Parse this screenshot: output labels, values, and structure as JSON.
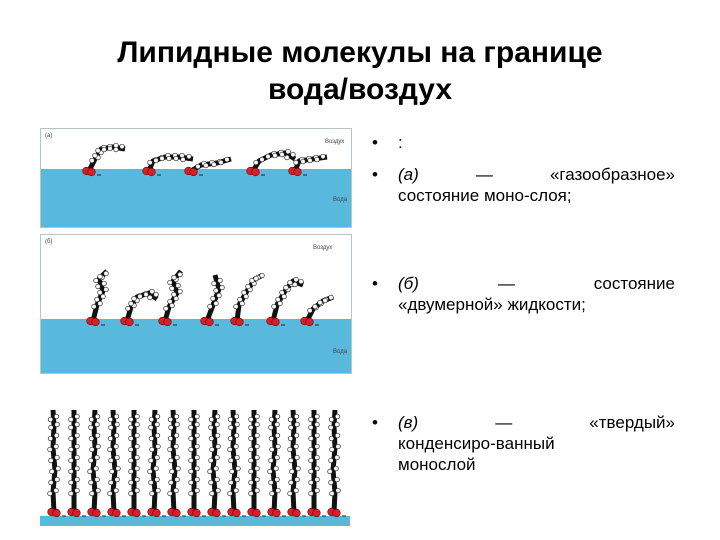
{
  "slide": {
    "title_line1": "Липидные молекулы на границе",
    "title_line2": "вода/воздух"
  },
  "panels": {
    "a": {
      "label": "(а)",
      "air": "Воздух",
      "water": "Вода"
    },
    "b": {
      "label": "(б)",
      "air": "Воздух",
      "water": "Вода"
    }
  },
  "bullets": {
    "b0": {
      "text": ":"
    },
    "b1": {
      "letter": "(а)",
      "dash": "—",
      "quote": "«газообразное»",
      "line2": "состояние моно-слоя;"
    },
    "b2": {
      "letter": "(б)",
      "dash": "—",
      "word": "состояние",
      "line2": "«двумерной» жидкости;"
    },
    "b3": {
      "letter": "(в)",
      "dash": "—",
      "quote": "«твердый»",
      "line2": "конденсиро-ванный",
      "line3": "монослой"
    }
  },
  "colors": {
    "water": "#58b9dc",
    "headgroup": "#d9202a",
    "chain": "#111111"
  }
}
